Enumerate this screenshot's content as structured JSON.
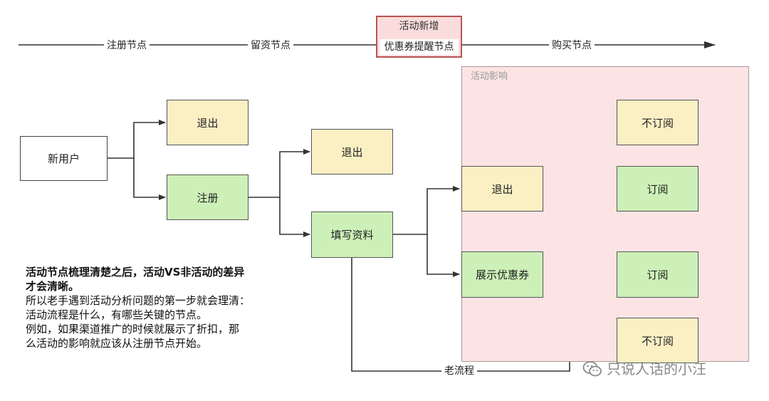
{
  "timeline": {
    "stages": [
      "注册节点",
      "留资节点",
      "购买节点"
    ],
    "new_activity": {
      "title": "活动新增",
      "stage": "优惠券提醒节点"
    }
  },
  "impact_region": {
    "label": "活动影响"
  },
  "nodes": {
    "new_user": "新用户",
    "exit1": "退出",
    "register": "注册",
    "exit2": "退出",
    "fill_info": "填写资料",
    "exit3": "退出",
    "show_coupon": "展示优惠券",
    "not_subscribe1": "不订阅",
    "subscribe1": "订阅",
    "subscribe2": "订阅",
    "not_subscribe2": "不订阅"
  },
  "old_flow_label": "老流程",
  "note": {
    "bold_lines": [
      "活动节点梳理清楚之后，活动VS非活动的差异",
      "才会清晰。"
    ],
    "lines": [
      "所以老手遇到活动分析问题的第一步就会理清：",
      "活动流程是什么，有哪些关键的节点。",
      "例如，如果渠道推广的时候就展示了折扣，那",
      "么活动的影响就应该从注册节点开始。"
    ]
  },
  "watermark": {
    "text": "只说人话的小汪",
    "icon": "wechat-icon"
  },
  "colors": {
    "exit_fill": "#fbefc4",
    "success_fill": "#cdf0b8",
    "activity_fill": "#fadcdc",
    "activity_border": "#b85450",
    "region_fill": "#fce4e4"
  }
}
